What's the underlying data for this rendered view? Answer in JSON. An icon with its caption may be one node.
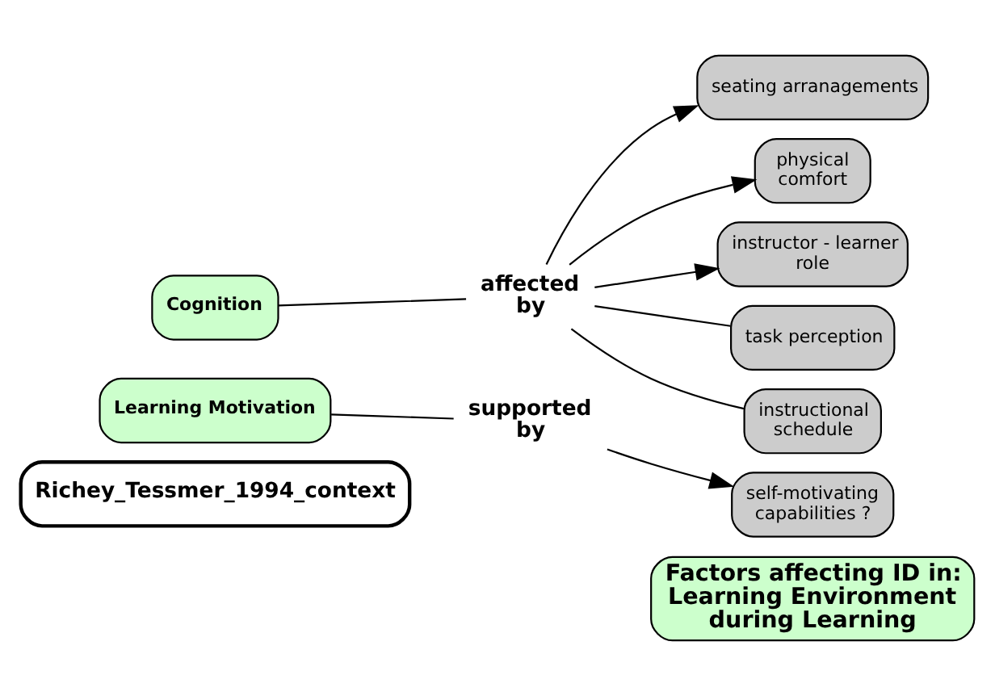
{
  "diagram": {
    "nodes": [
      {
        "text": [
          "Factors affecting ID in: Learning Environment during Learning"
        ]
      },
      {
        "text": [
          "Cognition"
        ]
      },
      {
        "text": [
          "affected by"
        ]
      },
      {
        "text": [
          "seating arranagements"
        ]
      },
      {
        "text": [
          "physical comfort"
        ]
      },
      {
        "text": [
          "instructor - learner role"
        ]
      },
      {
        "text": [
          "task perception"
        ]
      },
      {
        "text": [
          "instructional schedule"
        ]
      },
      {
        "text": [
          "Learning Motivation"
        ]
      },
      {
        "text": [
          "supported by"
        ]
      },
      {
        "text": [
          "self-motivating capabilities ?"
        ]
      },
      {
        "text": [
          "Richey_Tessmer_1994_context"
        ]
      }
    ],
    "edges": [
      {
        "from": 1,
        "to": 2,
        "arrow": "none"
      },
      {
        "from": 2,
        "to": 3,
        "arrow": "to"
      },
      {
        "from": 2,
        "to": 4,
        "arrow": "to"
      },
      {
        "from": 2,
        "to": 5,
        "arrow": "to"
      },
      {
        "from": 2,
        "to": 6,
        "arrow": "none"
      },
      {
        "from": 2,
        "to": 7,
        "arrow": "none"
      },
      {
        "from": 8,
        "to": 9,
        "arrow": "none"
      },
      {
        "from": 9,
        "to": 10,
        "arrow": "to"
      }
    ]
  }
}
